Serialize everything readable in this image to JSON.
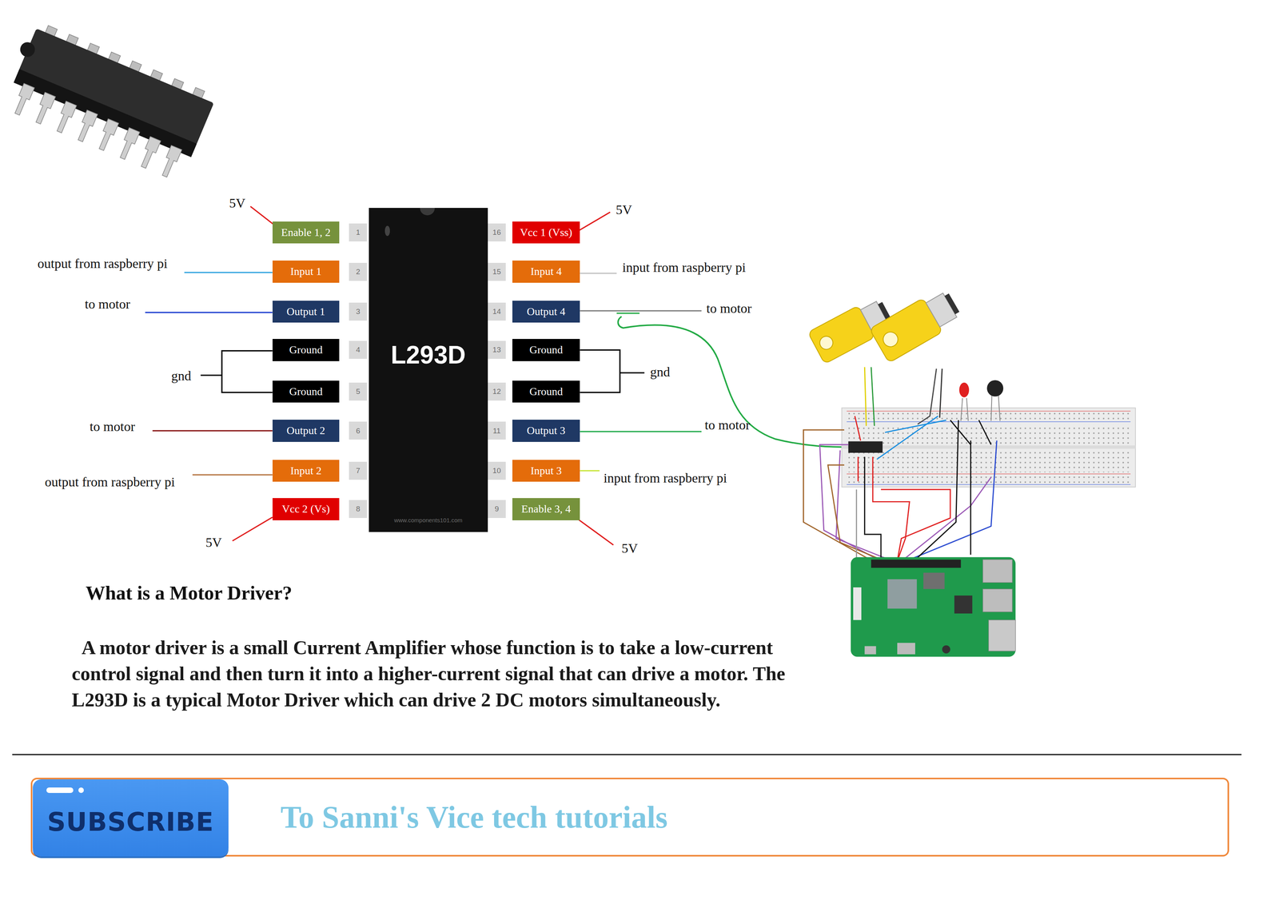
{
  "diagram": {
    "title": "What is a Motor Driver?",
    "nodes": [
      {
        "text": [
          "L293D",
          "www.components101.com"
        ]
      },
      {
        "text": [
          "Enable 1, 2"
        ]
      },
      {
        "text": [
          "1"
        ]
      },
      {
        "text": [
          "16"
        ]
      },
      {
        "text": [
          "Vcc 1 (Vss)"
        ]
      },
      {
        "text": [
          "Input 1"
        ]
      },
      {
        "text": [
          "2"
        ]
      },
      {
        "text": [
          "15"
        ]
      },
      {
        "text": [
          "Input 4"
        ]
      },
      {
        "text": [
          "Output 1"
        ]
      },
      {
        "text": [
          "3"
        ]
      },
      {
        "text": [
          "14"
        ]
      },
      {
        "text": [
          "Output 4"
        ]
      },
      {
        "text": [
          "Ground"
        ]
      },
      {
        "text": [
          "4"
        ]
      },
      {
        "text": [
          "13"
        ]
      },
      {
        "text": [
          "Ground"
        ]
      },
      {
        "text": [
          "Ground"
        ]
      },
      {
        "text": [
          "5"
        ]
      },
      {
        "text": [
          "12"
        ]
      },
      {
        "text": [
          "Ground"
        ]
      },
      {
        "text": [
          "Output 2"
        ]
      },
      {
        "text": [
          "6"
        ]
      },
      {
        "text": [
          "11"
        ]
      },
      {
        "text": [
          "Output 3"
        ]
      },
      {
        "text": [
          "Input 2"
        ]
      },
      {
        "text": [
          "7"
        ]
      },
      {
        "text": [
          "10"
        ]
      },
      {
        "text": [
          "Input 3"
        ]
      },
      {
        "text": [
          "Vcc 2 (Vs)"
        ]
      },
      {
        "text": [
          "8"
        ]
      },
      {
        "text": [
          "9"
        ]
      },
      {
        "text": [
          "Enable 3, 4"
        ]
      },
      {
        "text": [
          "To Sanni's Vice tech tutorials"
        ]
      },
      {
        "text": [
          "SUBSCRIBE"
        ],
        "in": 33
      }
    ],
    "labels": [
      "5V",
      "output from raspberry pi",
      "to motor",
      "gnd",
      "to motor",
      "output from raspberry pi",
      "5V",
      "5V",
      "input from raspberry pi",
      "to motor",
      "gnd",
      "to motor",
      "input from raspberry pi",
      "5V",
      "A motor driver is a small Current Amplifier whose function is to take a low-current control signal and then turn it into a higher-current signal that can drive a motor. The L293D is a typical Motor Driver which can drive 2 DC motors simultaneously."
    ]
  }
}
